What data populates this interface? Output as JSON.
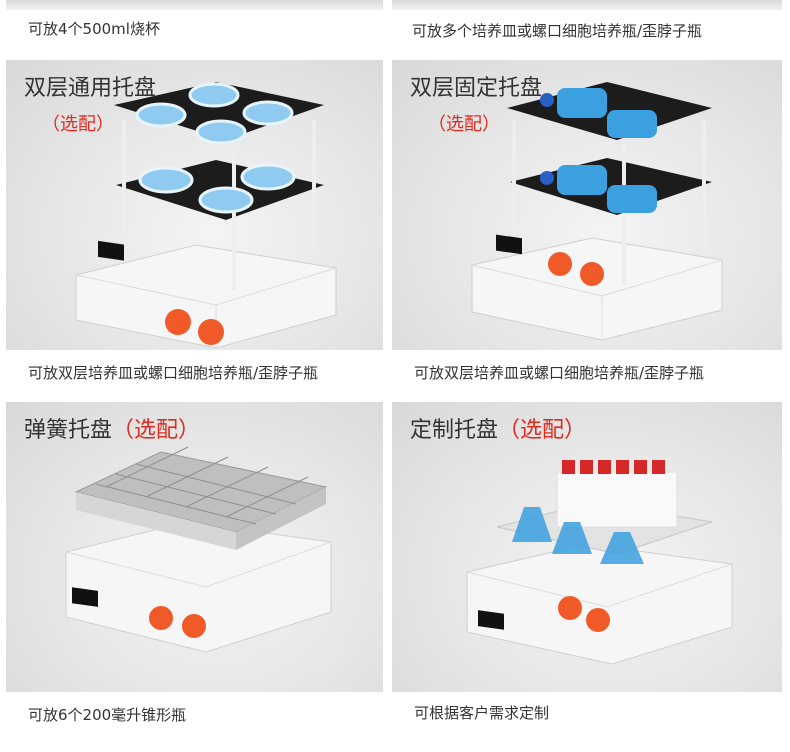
{
  "top": {
    "left_caption": "可放4个500ml烧杯",
    "right_caption": "可放多个培养皿或螺口细胞培养瓶/歪脖子瓶"
  },
  "panels": [
    {
      "title": "双层通用托盘",
      "optional": "（选配）",
      "caption": "可放双层培养皿或螺口细胞培养瓶/歪脖子瓶"
    },
    {
      "title": "双层固定托盘",
      "optional": "（选配）",
      "caption": "可放双层培养皿或螺口细胞培养瓶/歪脖子瓶"
    },
    {
      "title": "弹簧托盘",
      "optional": "（选配）",
      "caption": "可放6个200毫升锥形瓶"
    },
    {
      "title": "定制托盘",
      "optional": "（选配）",
      "caption": "可根据客户需求定制"
    }
  ],
  "colors": {
    "optional_text": "#e02b20",
    "knob": "#f05a28",
    "display": "#111111",
    "tray": "#1c1c1c",
    "liquid": "#3aa0e0"
  }
}
